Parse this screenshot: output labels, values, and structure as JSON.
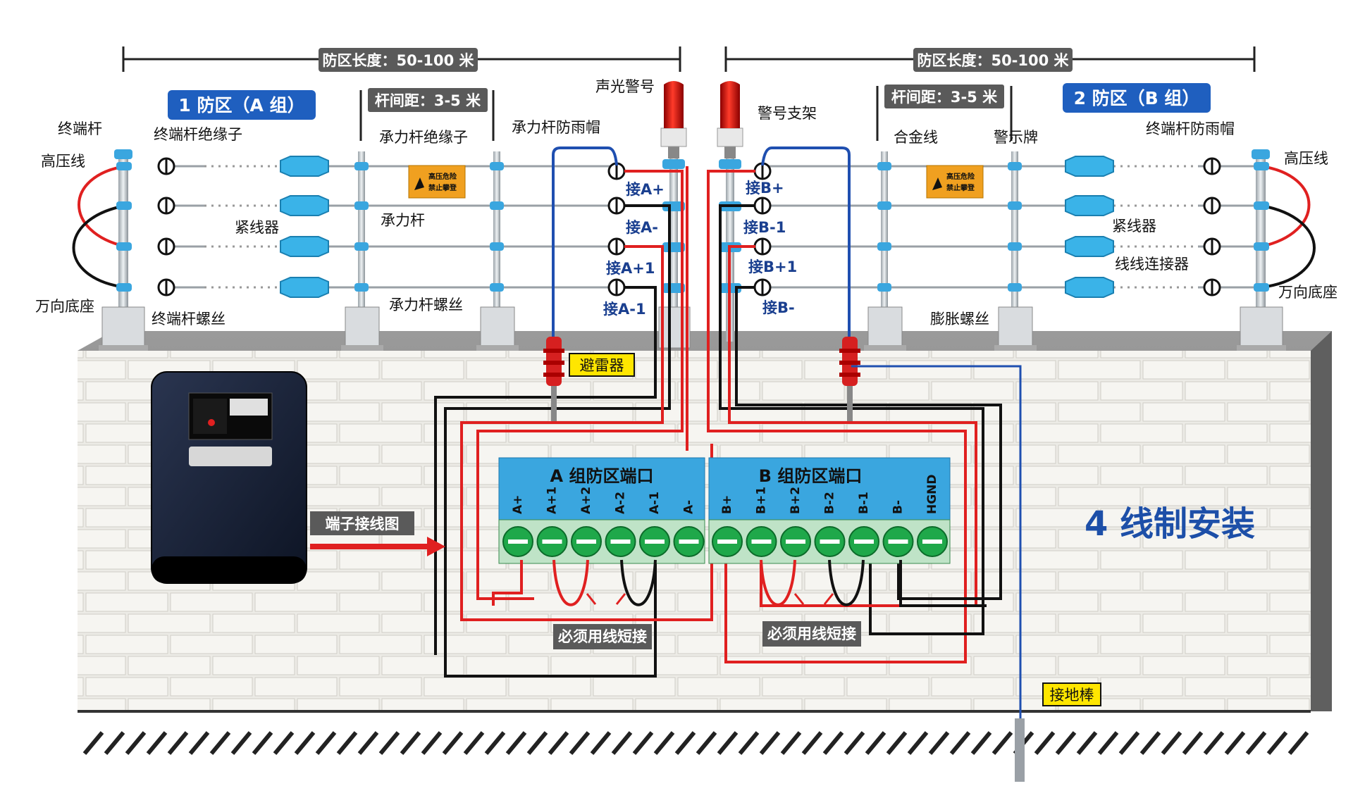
{
  "dimension": {
    "a": "防区长度：50-100 米",
    "b": "防区长度：50-100 米"
  },
  "spacing": {
    "a": "杆间距：3-5 米",
    "b": "杆间距：3-5 米"
  },
  "zones": {
    "a": "1 防区（A 组）",
    "b": "2 防区（B 组）"
  },
  "alarm": {
    "light": "声光警号",
    "bracket": "警号支架"
  },
  "left_labels": {
    "end_pole": "终端杆",
    "end_insulator": "终端杆绝缘子",
    "hv_wire": "高压线",
    "tensioner": "紧线器",
    "bearing_pole": "承力杆",
    "bearing_insulator": "承力杆绝缘子",
    "bearing_cap": "承力杆防雨帽",
    "universal_base": "万向底座",
    "end_screw": "终端杆螺丝",
    "bearing_screw": "承力杆螺丝"
  },
  "right_labels": {
    "alloy_wire": "合金线",
    "warning_sign": "警示牌",
    "end_cap": "终端杆防雨帽",
    "hv_wire": "高压线",
    "tensioner": "紧线器",
    "connector": "线线连接器",
    "universal_base": "万向底座",
    "expansion_screw": "膨胀螺丝"
  },
  "connect_a": [
    "接A+",
    "接A-",
    "接A+1",
    "接A-1"
  ],
  "connect_b": [
    "接B+",
    "接B-1",
    "接B+1",
    "接B-"
  ],
  "sign": {
    "line1": "高压危险",
    "line2": "禁止攀登"
  },
  "arrester": "避雷器",
  "terminal_a": {
    "title": "A 组防区端口",
    "labels": [
      "A+",
      "A+1",
      "A+2",
      "A-2",
      "A-1",
      "A-"
    ]
  },
  "terminal_b": {
    "title": "B 组防区端口",
    "labels": [
      "B+",
      "B+1",
      "B+2",
      "B-2",
      "B-1",
      "B-",
      "HGND"
    ]
  },
  "wiring_diagram": "端子接线图",
  "short_note_a": "必须用线短接",
  "short_note_b": "必须用线短接",
  "install_title": "4 线制安装",
  "ground_rod": "接地棒",
  "colors": {
    "blue_box": "#3aa6df",
    "label_bg": "#5a5a5a",
    "zone_bg": "#1f5fbf",
    "red_wire": "#e02020",
    "blue_wire": "#1f4fb0",
    "green_terminal": "#1fa84a",
    "yellow_tag": "#ffe600"
  }
}
